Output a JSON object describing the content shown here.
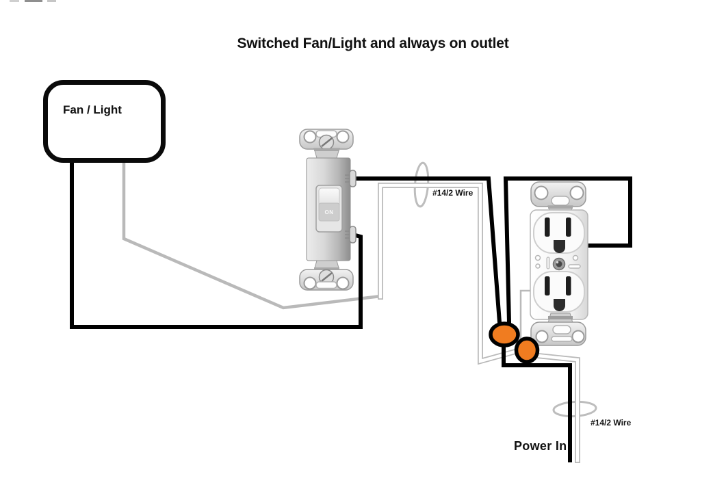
{
  "title": "Switched Fan/Light and always on outlet",
  "diagram": {
    "fan_light_label": "Fan / Light",
    "wire_label_top": "#14/2 Wire",
    "wire_label_bottom": "#14/2 Wire",
    "power_in_label": "Power In",
    "switch_toggle_label": "ON"
  },
  "colors": {
    "wire_black": "#000000",
    "wire_neutral_gray": "#b9b9b9",
    "wire_white_core": "#ffffff",
    "cable_loop_gray": "#bdbdbd",
    "wire_nut_orange": "#f07c20",
    "box_outline_black": "#0a0a0a"
  }
}
